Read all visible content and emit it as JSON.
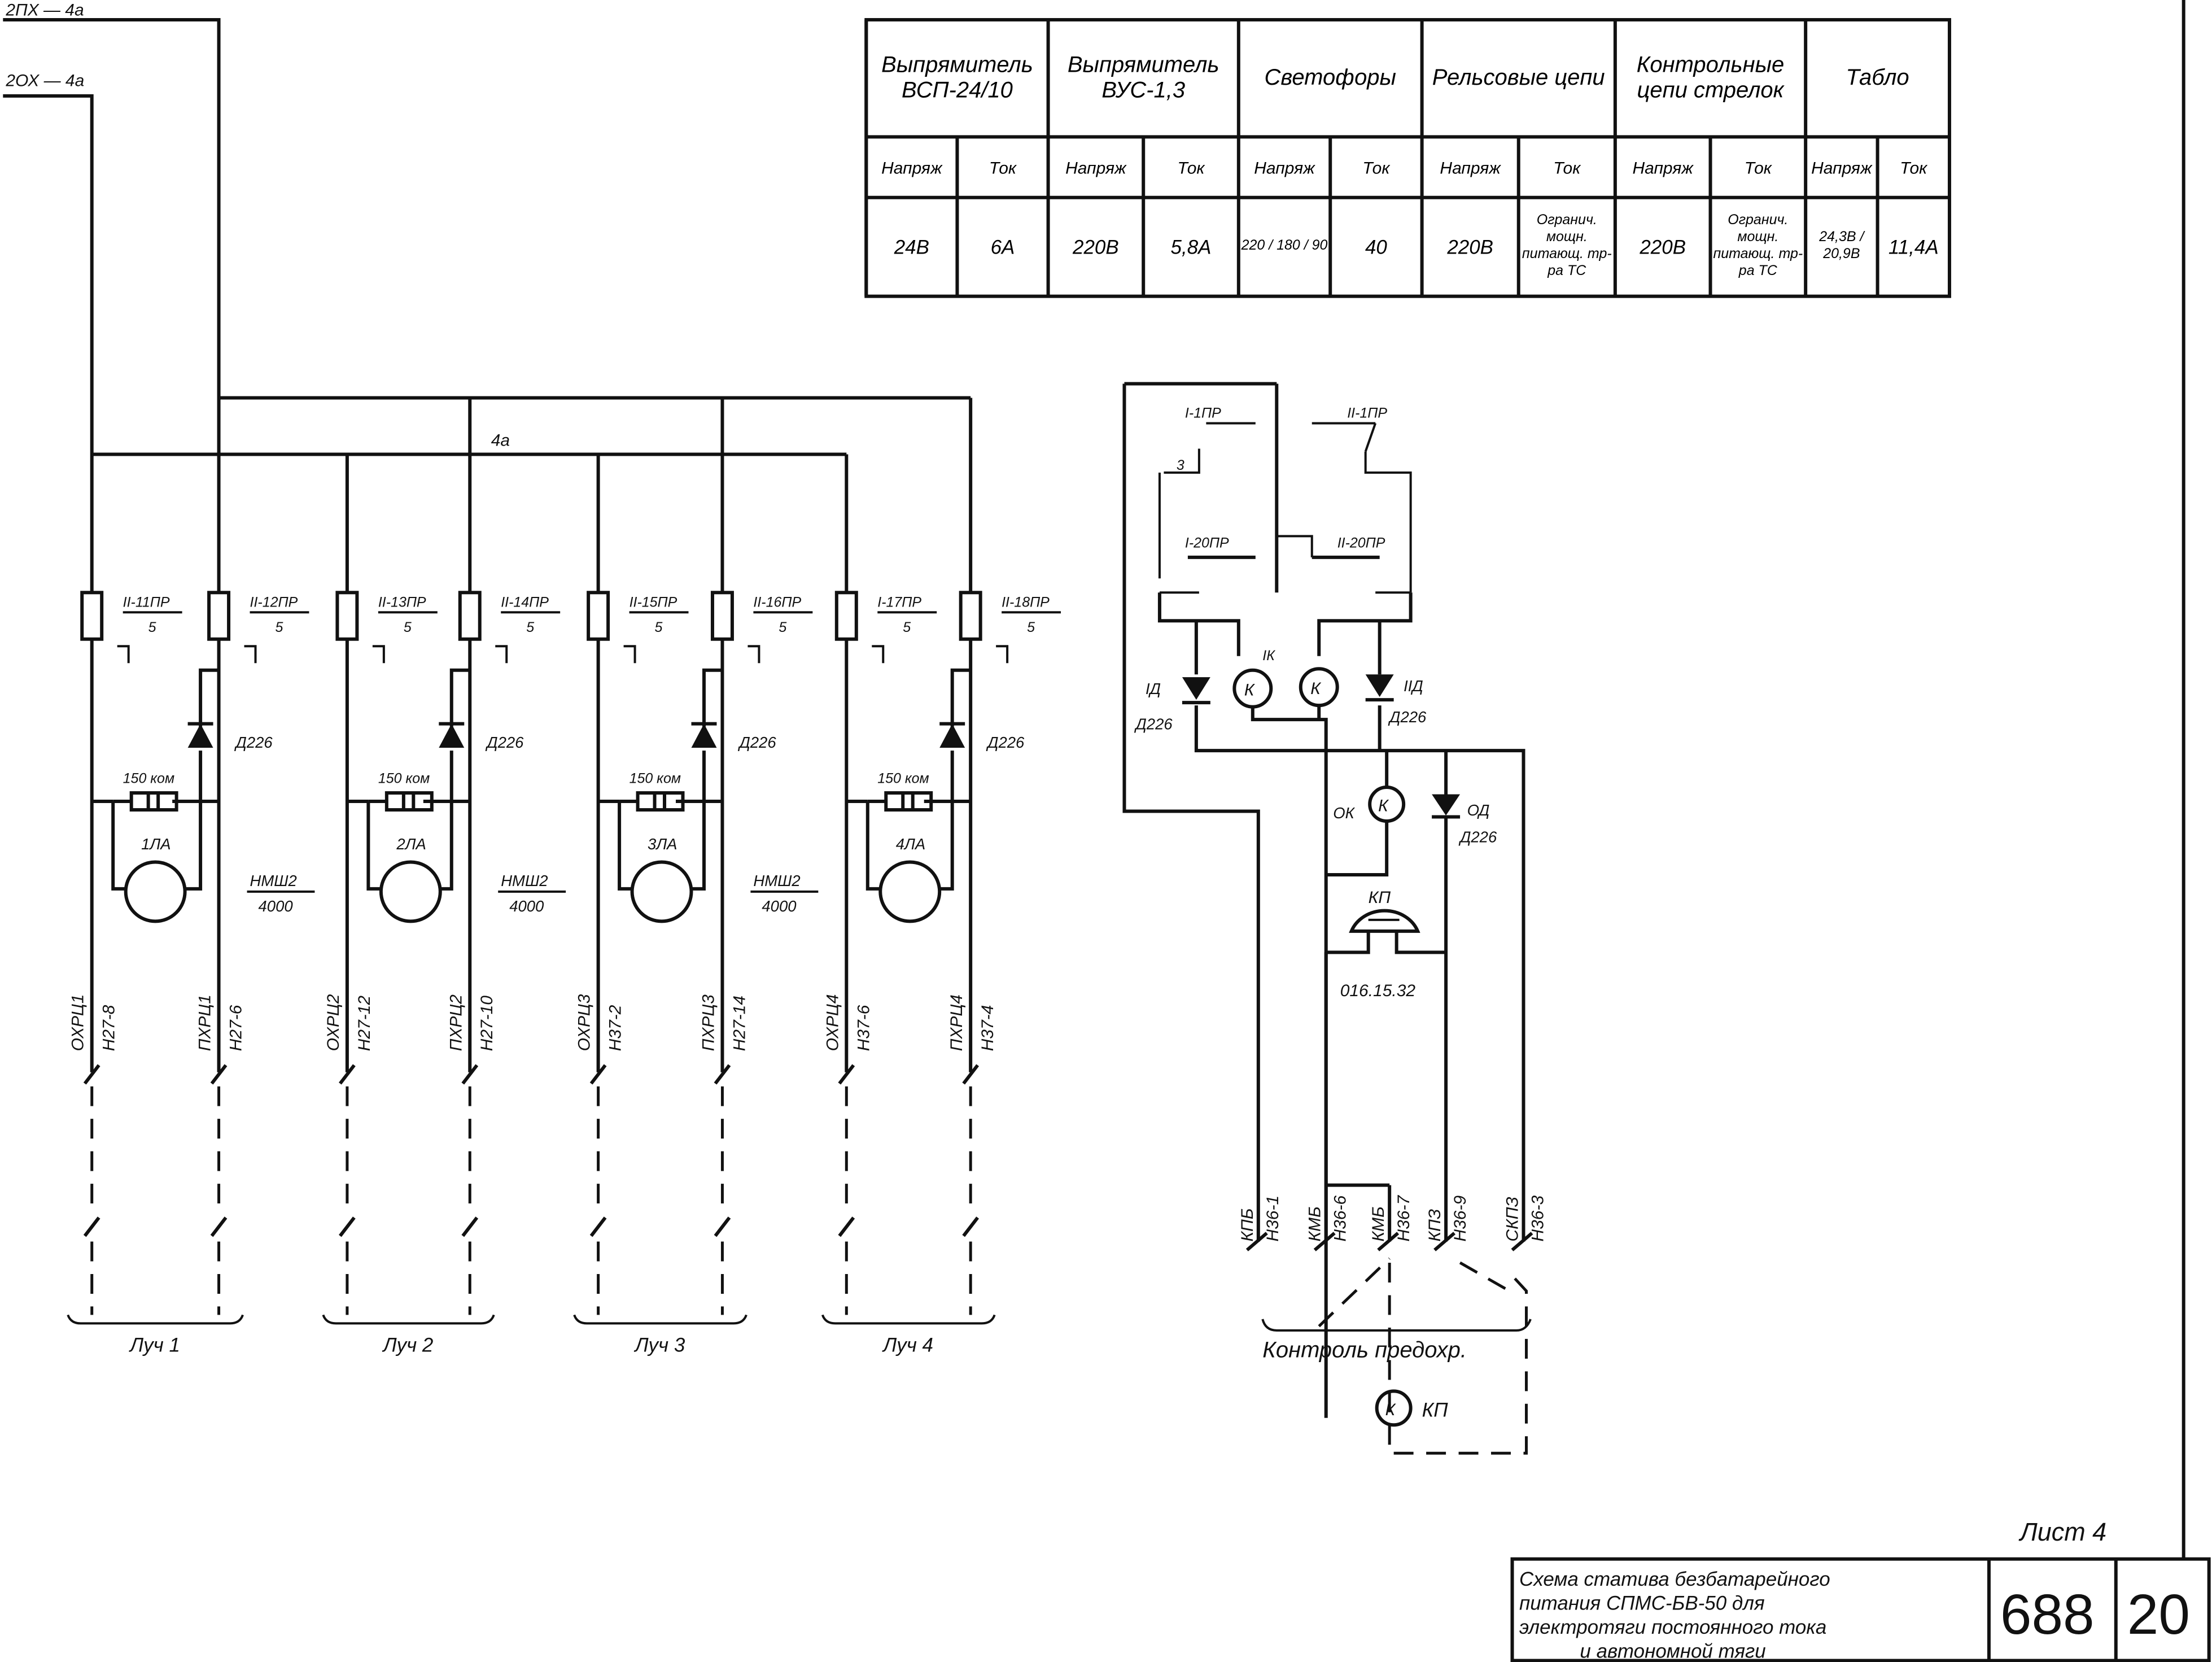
{
  "inputs": {
    "top_line": "2ПХ — 4а",
    "second_line": "2ОХ — 4а",
    "bus_label": "4а"
  },
  "table": {
    "groups": [
      {
        "title": "Выпрямитель ВСП-24/10",
        "cols": [
          {
            "head": "Напряж",
            "value": "24В"
          },
          {
            "head": "Ток",
            "value": "6А"
          }
        ]
      },
      {
        "title": "Выпрямитель ВУС-1,3",
        "cols": [
          {
            "head": "Напряж",
            "value": "220В"
          },
          {
            "head": "Ток",
            "value": "5,8А"
          }
        ]
      },
      {
        "title": "Светофоры",
        "cols": [
          {
            "head": "Напряж",
            "value": "220 / 180 / 90"
          },
          {
            "head": "Ток",
            "value": "40"
          }
        ]
      },
      {
        "title": "Рельсовые цепи",
        "cols": [
          {
            "head": "Напряж",
            "value": "220В"
          },
          {
            "head": "Ток",
            "value": "Огранич. мощн. питающ. тр-ра ТС"
          }
        ]
      },
      {
        "title": "Контрольные цепи стрелок",
        "cols": [
          {
            "head": "Напряж",
            "value": "220В"
          },
          {
            "head": "Ток",
            "value": "Огранич. мощн. питающ. тр-ра ТС"
          }
        ]
      },
      {
        "title": "Табло",
        "cols": [
          {
            "head": "Напряж",
            "value": "24,3В / 20,9В"
          },
          {
            "head": "Ток",
            "value": "11,4А"
          }
        ]
      }
    ]
  },
  "beams": [
    {
      "label": "Луч 1",
      "fuse_ox": "II-11ПР",
      "fuse_px": "II-12ПР",
      "fuse_rating": "5",
      "relay": "1ЛА",
      "resistor": "150 ком",
      "diode": "Д226",
      "relay_type": "НМШ2",
      "relay_res": "4000",
      "ox_wire": "ОХРЦ1",
      "ox_term": "Н27-8",
      "px_wire": "ПХРЦ1",
      "px_term": "Н27-6"
    },
    {
      "label": "Луч 2",
      "fuse_ox": "II-13ПР",
      "fuse_px": "II-14ПР",
      "fuse_rating": "5",
      "relay": "2ЛА",
      "resistor": "150 ком",
      "diode": "Д226",
      "relay_type": "НМШ2",
      "relay_res": "4000",
      "ox_wire": "ОХРЦ2",
      "ox_term": "Н27-12",
      "px_wire": "ПХРЦ2",
      "px_term": "Н27-10"
    },
    {
      "label": "Луч 3",
      "fuse_ox": "II-15ПР",
      "fuse_px": "II-16ПР",
      "fuse_rating": "5",
      "relay": "3ЛА",
      "resistor": "150 ком",
      "diode": "Д226",
      "relay_type": "НМШ2",
      "relay_res": "4000",
      "ox_wire": "ОХРЦ3",
      "ox_term": "Н37-2",
      "px_wire": "ПХРЦ3",
      "px_term": "Н27-14"
    },
    {
      "label": "Луч 4",
      "fuse_ox": "I-17ПР",
      "fuse_px": "II-18ПР",
      "fuse_rating": "5",
      "relay": "4ЛА",
      "resistor": "150 ком",
      "diode": "Д226",
      "relay_type": "",
      "relay_res": "",
      "ox_wire": "ОХРЦ4",
      "ox_term": "Н37-6",
      "px_wire": "ПХРЦ4",
      "px_term": "Н37-4"
    }
  ],
  "control": {
    "fuse_1": "I-1ПР",
    "fuse_2": "II-1ПР",
    "fuse_3": "I-20ПР",
    "fuse_4": "II-20ПР",
    "diode_1": "IД",
    "diode_2": "IIД",
    "diode_3": "ОД",
    "diode_type": "Д226",
    "relay_1": "IК",
    "relay_ok": "ОК",
    "relay_symbol": "К",
    "bell": "КП",
    "bell_code": "016.15.32",
    "wires": [
      {
        "name": "КПБ",
        "term": "Н36-1"
      },
      {
        "name": "КМБ",
        "term": "Н36-6"
      },
      {
        "name": "КМБ",
        "term": "Н36-7"
      },
      {
        "name": "КПЗ",
        "term": "Н36-9"
      },
      {
        "name": "СКПЗ",
        "term": "Н36-3"
      }
    ],
    "group_label": "Контроль предохр.",
    "relay_kp": "КП"
  },
  "title_block": {
    "sheet": "Лист 4",
    "lines": [
      "Схема статива безбатарейного",
      "питания СПМС-БВ-50 для",
      "электротяги постоянного тока",
      "и автономной тяги"
    ],
    "number": "688",
    "page": "20"
  }
}
